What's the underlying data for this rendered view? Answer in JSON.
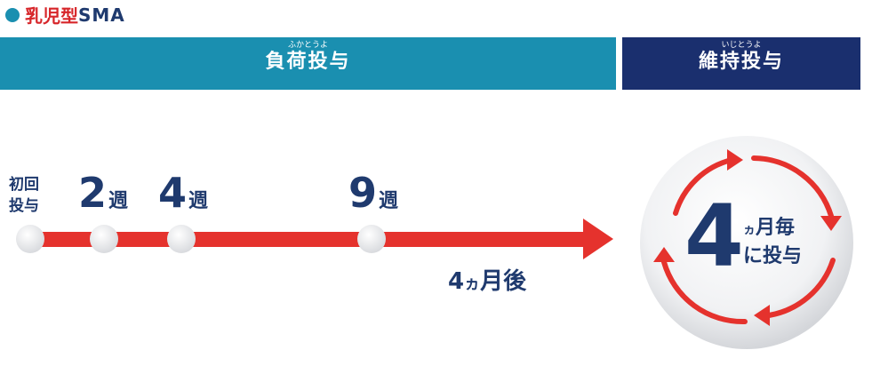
{
  "title": {
    "prefix": "乳児型",
    "name": "SMA"
  },
  "phases": [
    {
      "ruby": "ふかとうよ",
      "label": "負荷投与"
    },
    {
      "ruby": "いじとうよ",
      "label": "維持投与"
    }
  ],
  "timeline": {
    "first": [
      "初回",
      "投与"
    ],
    "weeks": [
      {
        "num": "2",
        "unit": "週"
      },
      {
        "num": "4",
        "unit": "週"
      },
      {
        "num": "9",
        "unit": "週"
      }
    ],
    "after": {
      "num": "4",
      "ka": "ヵ",
      "rest": "月後"
    }
  },
  "cycle": {
    "num": "4",
    "line1_ka": "ヵ",
    "line1_rest": "月毎",
    "line2": "に投与"
  },
  "colors": {
    "load": "#1a8fb0",
    "maint": "#1a2f6e",
    "arrow": "#e5322d",
    "text": "#1f3a6e"
  }
}
